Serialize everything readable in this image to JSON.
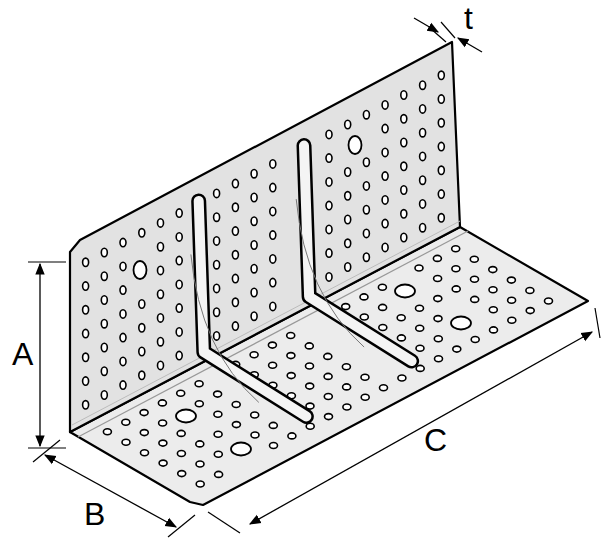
{
  "diagram": {
    "labels": [
      "A",
      "B",
      "C",
      "t"
    ]
  }
}
